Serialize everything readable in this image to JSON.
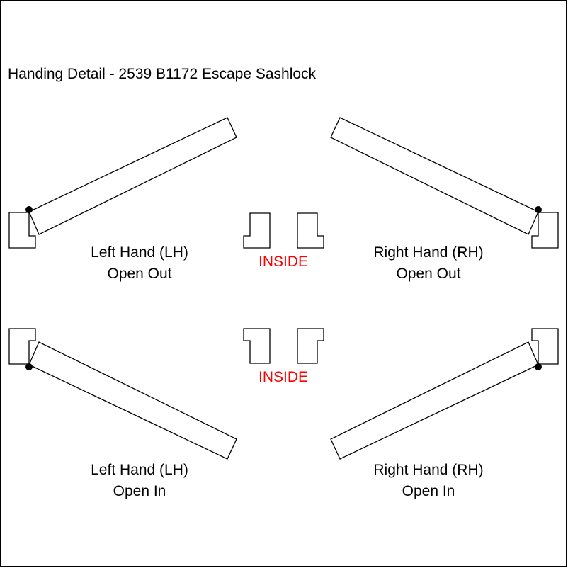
{
  "title": "Handing Detail - 2539 B1172 Escape Sashlock",
  "colors": {
    "line": "#000000",
    "background": "#ffffff",
    "inside_label": "#ff0000"
  },
  "panels": {
    "top_left": {
      "line1": "Left Hand (LH)",
      "line2": "Open Out"
    },
    "top_right": {
      "line1": "Right Hand (RH)",
      "line2": "Open Out"
    },
    "bottom_left": {
      "line1": "Left Hand (LH)",
      "line2": "Open In"
    },
    "bottom_right": {
      "line1": "Right Hand (RH)",
      "line2": "Open In"
    }
  },
  "inside_labels": {
    "top": "INSIDE",
    "bottom": "INSIDE"
  },
  "icons": {
    "hinge": "hinge-pivot-dot",
    "door": "door-leaf",
    "frame": "door-frame-section"
  }
}
